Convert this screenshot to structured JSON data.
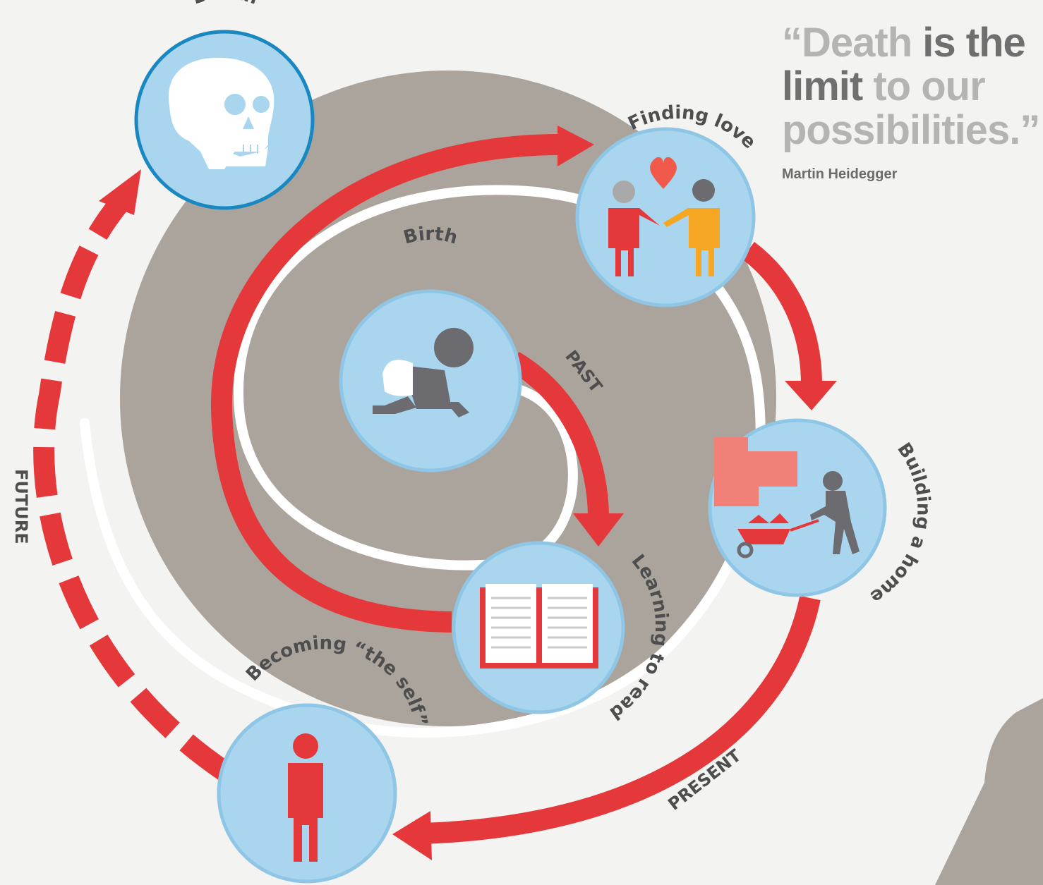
{
  "quote": {
    "word1": "“Death",
    "word2": " is the",
    "word3": "limit",
    "word4": " to our",
    "word5": "possibilities.”",
    "author": "Martin Heidegger"
  },
  "stages": [
    {
      "label": "Birth",
      "icon": "crawling-baby-icon"
    },
    {
      "label": "Learning to read",
      "icon": "open-book-icon"
    },
    {
      "label": "Finding love",
      "icon": "couple-holding-hands-icon"
    },
    {
      "label": "Building a home",
      "icon": "wheelbarrow-builder-icon"
    },
    {
      "label": "Becoming “the self”",
      "icon": "standing-person-icon"
    },
    {
      "label": "Death",
      "icon": "skull-icon"
    }
  ],
  "phases": {
    "past": "PAST",
    "present": "PRESENT",
    "future": "FUTURE"
  },
  "colors": {
    "arrow": "#e5383b",
    "circle_fill": "#a9d5ee",
    "circle_stroke": "#8fc6e6",
    "death_stroke": "#1a88c0",
    "spiral_bg": "#aba49c",
    "spiral_line": "#ffffff"
  }
}
